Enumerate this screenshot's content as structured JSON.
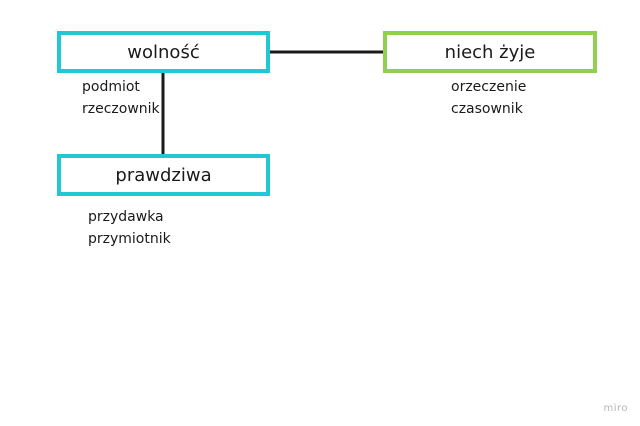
{
  "nodes": {
    "subject": {
      "text": "wolność"
    },
    "predicate": {
      "text": "niech żyje"
    },
    "attribute": {
      "text": "prawdziwa"
    }
  },
  "labels": {
    "subject": [
      "podmiot",
      "rzeczownik"
    ],
    "predicate": [
      "orzeczenie",
      "czasownik"
    ],
    "attribute": [
      "przydawka",
      "przymiotnik"
    ]
  },
  "colors": {
    "noun_node_border": "#21c8d4",
    "verb_node_border": "#8fd14f",
    "connector": "#1a1a1a",
    "watermark": "#b5b5b5"
  },
  "watermark": "miro"
}
